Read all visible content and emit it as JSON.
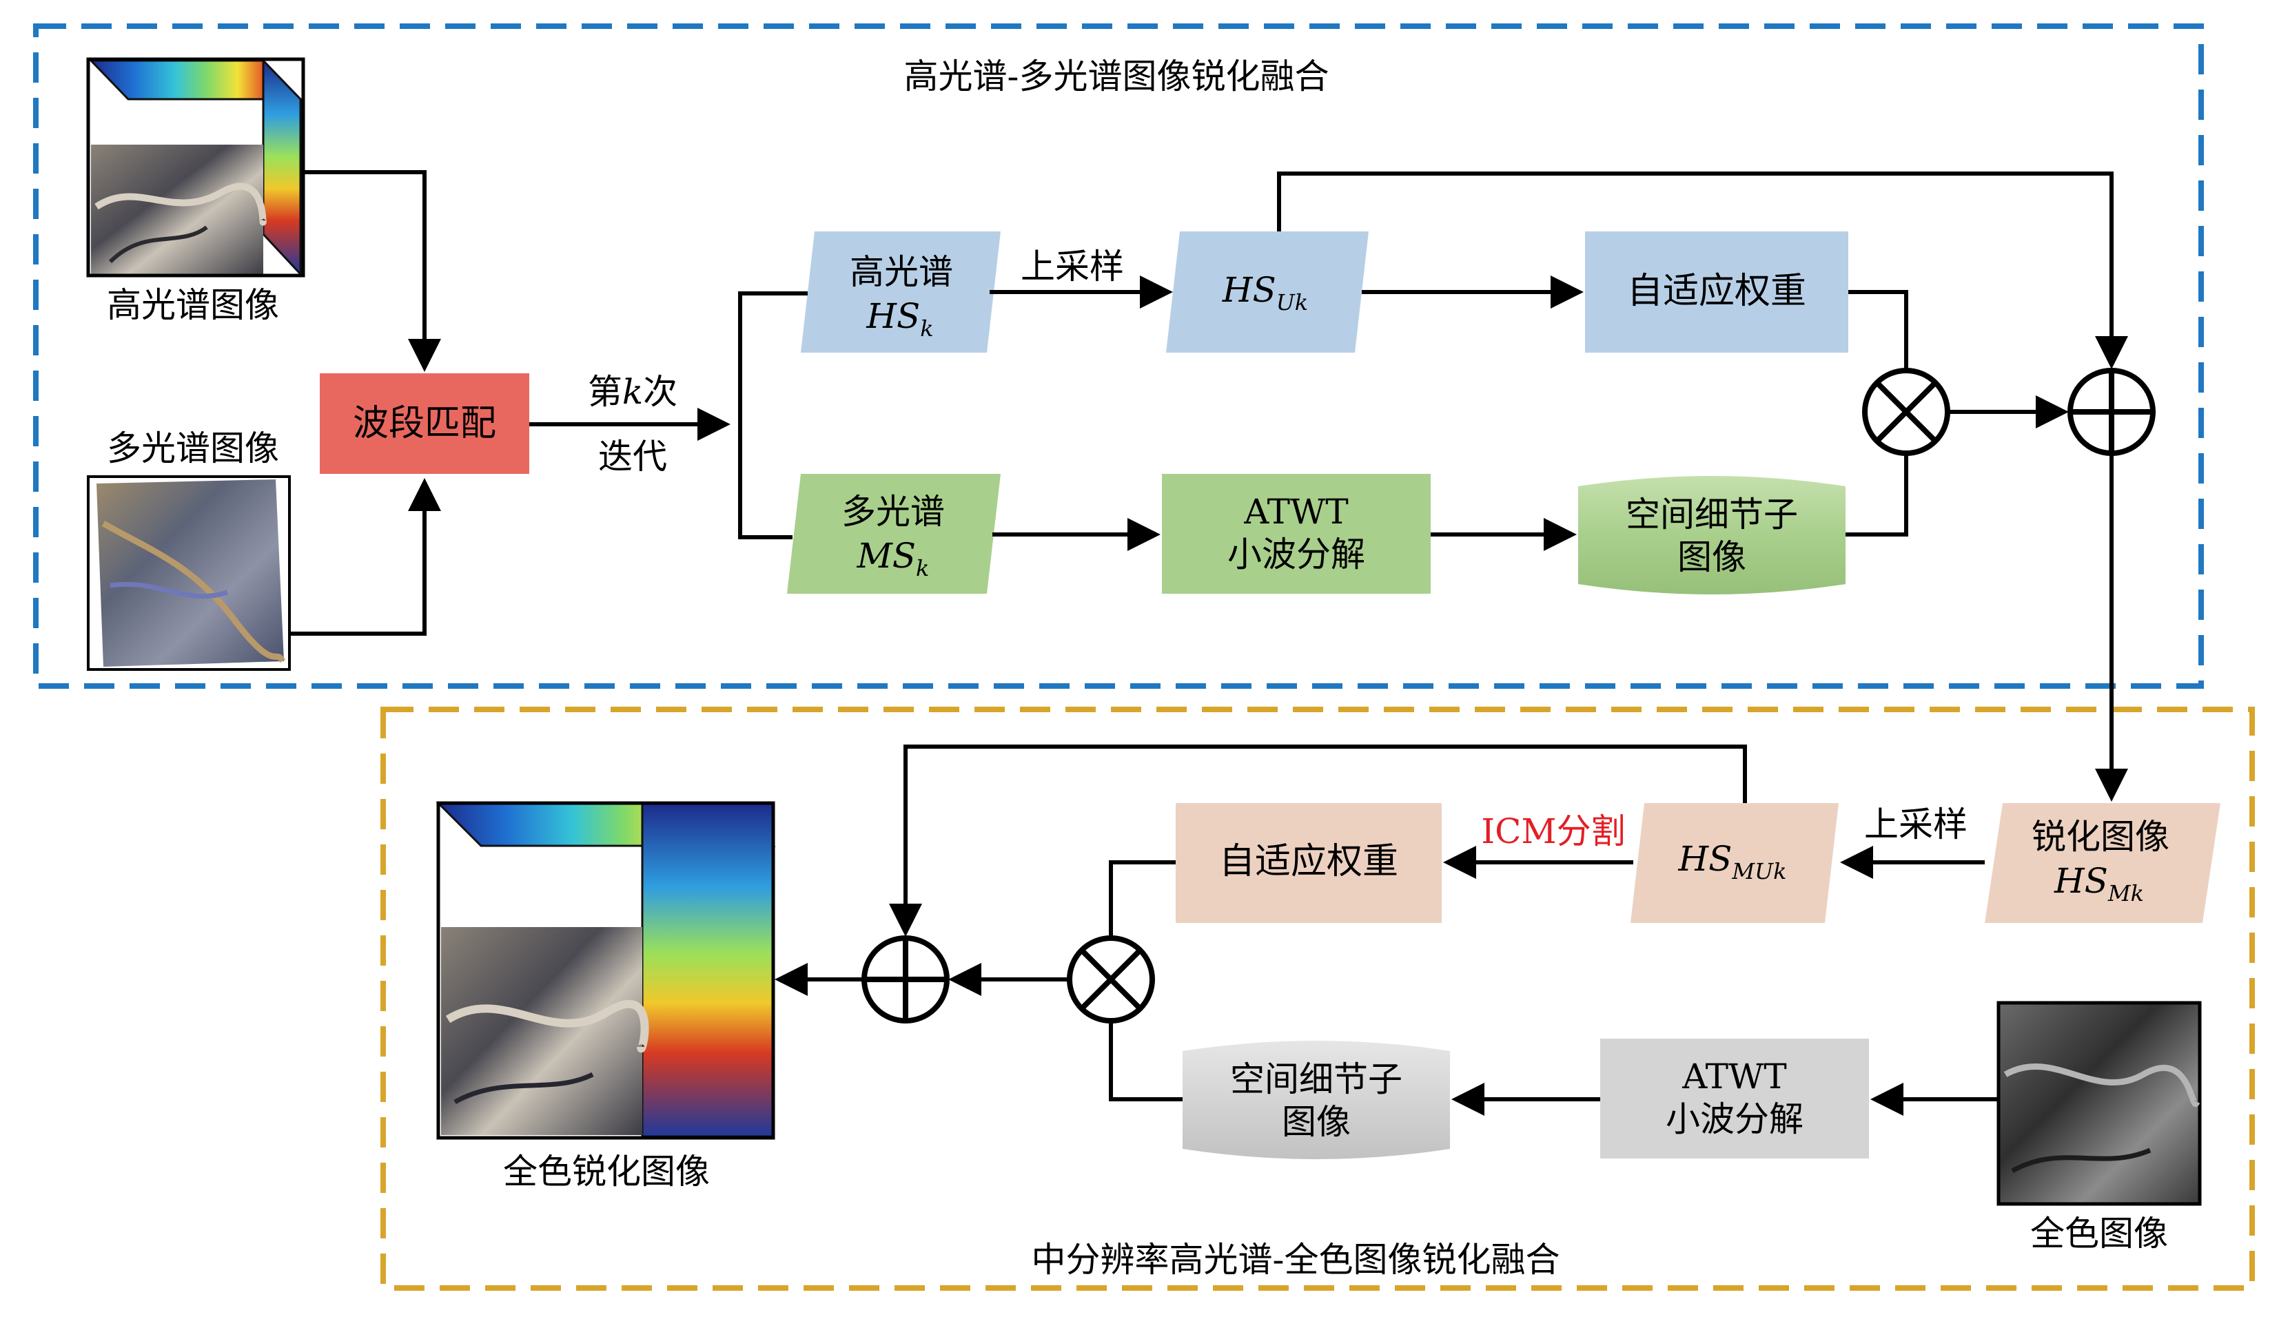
{
  "top_section": {
    "title": "高光谱-多光谱图像锐化融合",
    "frame_color": "#1f78c1"
  },
  "bottom_section": {
    "title": "中分辨率高光谱-全色图像锐化融合",
    "frame_color": "#d8a52a"
  },
  "inputs": {
    "hyperspectral_label": "高光谱图像",
    "multispectral_label": "多光谱图像",
    "panchromatic_label": "全色图像"
  },
  "band_matching": {
    "label": "波段匹配",
    "color": "#e8685f"
  },
  "iteration": {
    "line1_pre": "第",
    "k": "k",
    "line1_post": "次",
    "line2": "迭代"
  },
  "hs_k": {
    "line1": "高光谱",
    "base": "HS",
    "sub": "k"
  },
  "upsample_top": "上采样",
  "hs_uk": {
    "base": "HS",
    "sub": "Uk"
  },
  "adaptive_weight_top": "自适应权重",
  "ms_k": {
    "line1": "多光谱",
    "base": "MS",
    "sub": "k"
  },
  "atwt_top": {
    "line1": "ATWT",
    "line2": "小波分解"
  },
  "spatial_detail_top": {
    "line1": "空间细节子",
    "line2": "图像"
  },
  "sharpened_hs_mk": {
    "line1": "锐化图像",
    "base": "HS",
    "sub": "Mk"
  },
  "upsample_bottom": "上采样",
  "hs_muk": {
    "base": "HS",
    "sub": "MUk"
  },
  "icm_split": {
    "label": "ICM分割",
    "color": "#e31e24"
  },
  "adaptive_weight_bottom": "自适应权重",
  "atwt_bottom": {
    "line1": "ATWT",
    "line2": "小波分解"
  },
  "spatial_detail_bottom": {
    "line1": "空间细节子",
    "line2": "图像"
  },
  "output_label": "全色锐化图像",
  "colors": {
    "blue_box": "#b7cfe6",
    "green_box": "#a9cf8c",
    "pink_box": "#ecd1c1",
    "gray_box": "#d4d4d4"
  }
}
